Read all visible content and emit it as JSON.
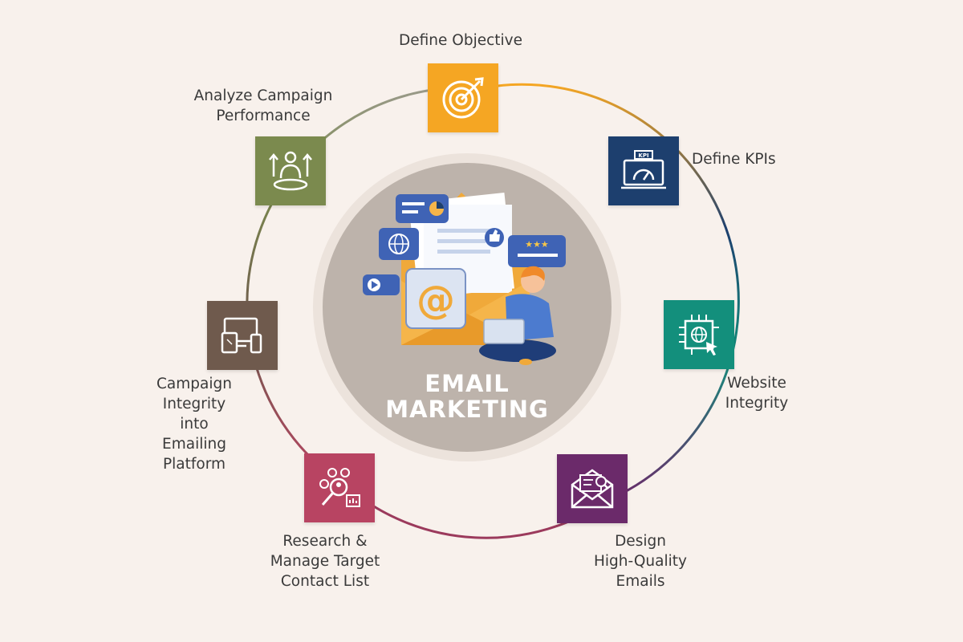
{
  "center": {
    "title_line1": "EMAIL",
    "title_line2": "MARKETING",
    "at_symbol": "@",
    "rating_stars": "★★★"
  },
  "steps": [
    {
      "label": "Define Objective",
      "color": "#f5a623",
      "icon": "target-icon"
    },
    {
      "label": "Define KPIs",
      "color": "#1d3f6e",
      "icon": "kpi-monitor-icon"
    },
    {
      "label": "Website\nIntegrity",
      "color": "#138f7c",
      "icon": "website-chip-icon"
    },
    {
      "label": "Design\nHigh-Quality\nEmails",
      "color": "#6b2a6a",
      "icon": "envelope-search-icon"
    },
    {
      "label": "Research &\nManage Target\nContact List",
      "color": "#b84462",
      "icon": "contact-research-icon"
    },
    {
      "label": "Campaign\nIntegrity\ninto\nEmailing\nPlatform",
      "color": "#6f5a4d",
      "icon": "devices-icon"
    },
    {
      "label": "Analyze Campaign\nPerformance",
      "color": "#7b8a4e",
      "icon": "performance-growth-icon"
    }
  ]
}
